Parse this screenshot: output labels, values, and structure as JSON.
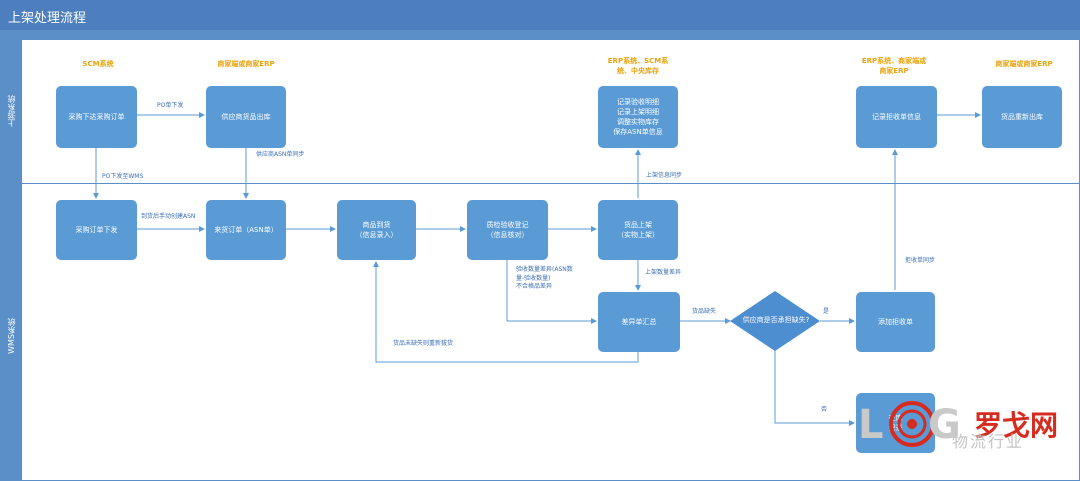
{
  "title": "上架处理流程",
  "lanes": {
    "top": "上游系统",
    "bottom": "WMS系统"
  },
  "systems": {
    "scm": "SCM系统",
    "merchant_erp": "商家端或商家ERP",
    "erp_scm_central": "ERP系统、SCM系\n统、中央库存",
    "erp_merchant": "ERP系统、商家端或\n商家ERP",
    "merchant_erp2": "商家端或商家ERP"
  },
  "nodes": {
    "purchase_order": "采购下达采购订单",
    "supplier_outbound": "供应商货品出库",
    "record_inbound": "记录验收明细\n记录上架明细\n调整实物库存\n保存ASN单信息",
    "record_reject": "记录拒收单信息",
    "goods_reout": "货品重新出库",
    "po_issued": "采购订单下发",
    "arrival_order": "来货订单（ASN单）",
    "goods_receive": "商品到货\n（信息录入）",
    "qc_register": "质检验收登记\n（信息核对）",
    "putaway": "货品上架\n（实物上架）",
    "diff_summary": "差异单汇总",
    "add_reject": "添加拒收单",
    "inventory_record": "在库\n记录"
  },
  "decision": "供应商是否承担缺失?",
  "labels": {
    "po_issue": "PO单下发",
    "asn_sync": "供应商ASN单同步",
    "po_to_wms": "PO下发至WMS",
    "manual_asn": "到货后手动创建ASN",
    "putaway_sync": "上架信息同步",
    "putaway_diff": "上架数量差异",
    "qc_diff": "验收数量差异(ASN数\n量-验收数量)\n不合格品差异",
    "goods_missing": "货品缺失",
    "yes": "是",
    "no": "否",
    "reject_sync": "拒收单同步",
    "reship": "货品未缺失则重新拔货"
  },
  "watermark": {
    "brand": "罗戈网",
    "sub": "物流行业"
  },
  "colors": {
    "header": "#4d7fbf",
    "lane": "#5b8fc7",
    "node": "#5b9bd5",
    "system_text": "#e9a30b",
    "label_text": "#3a6fb5"
  }
}
